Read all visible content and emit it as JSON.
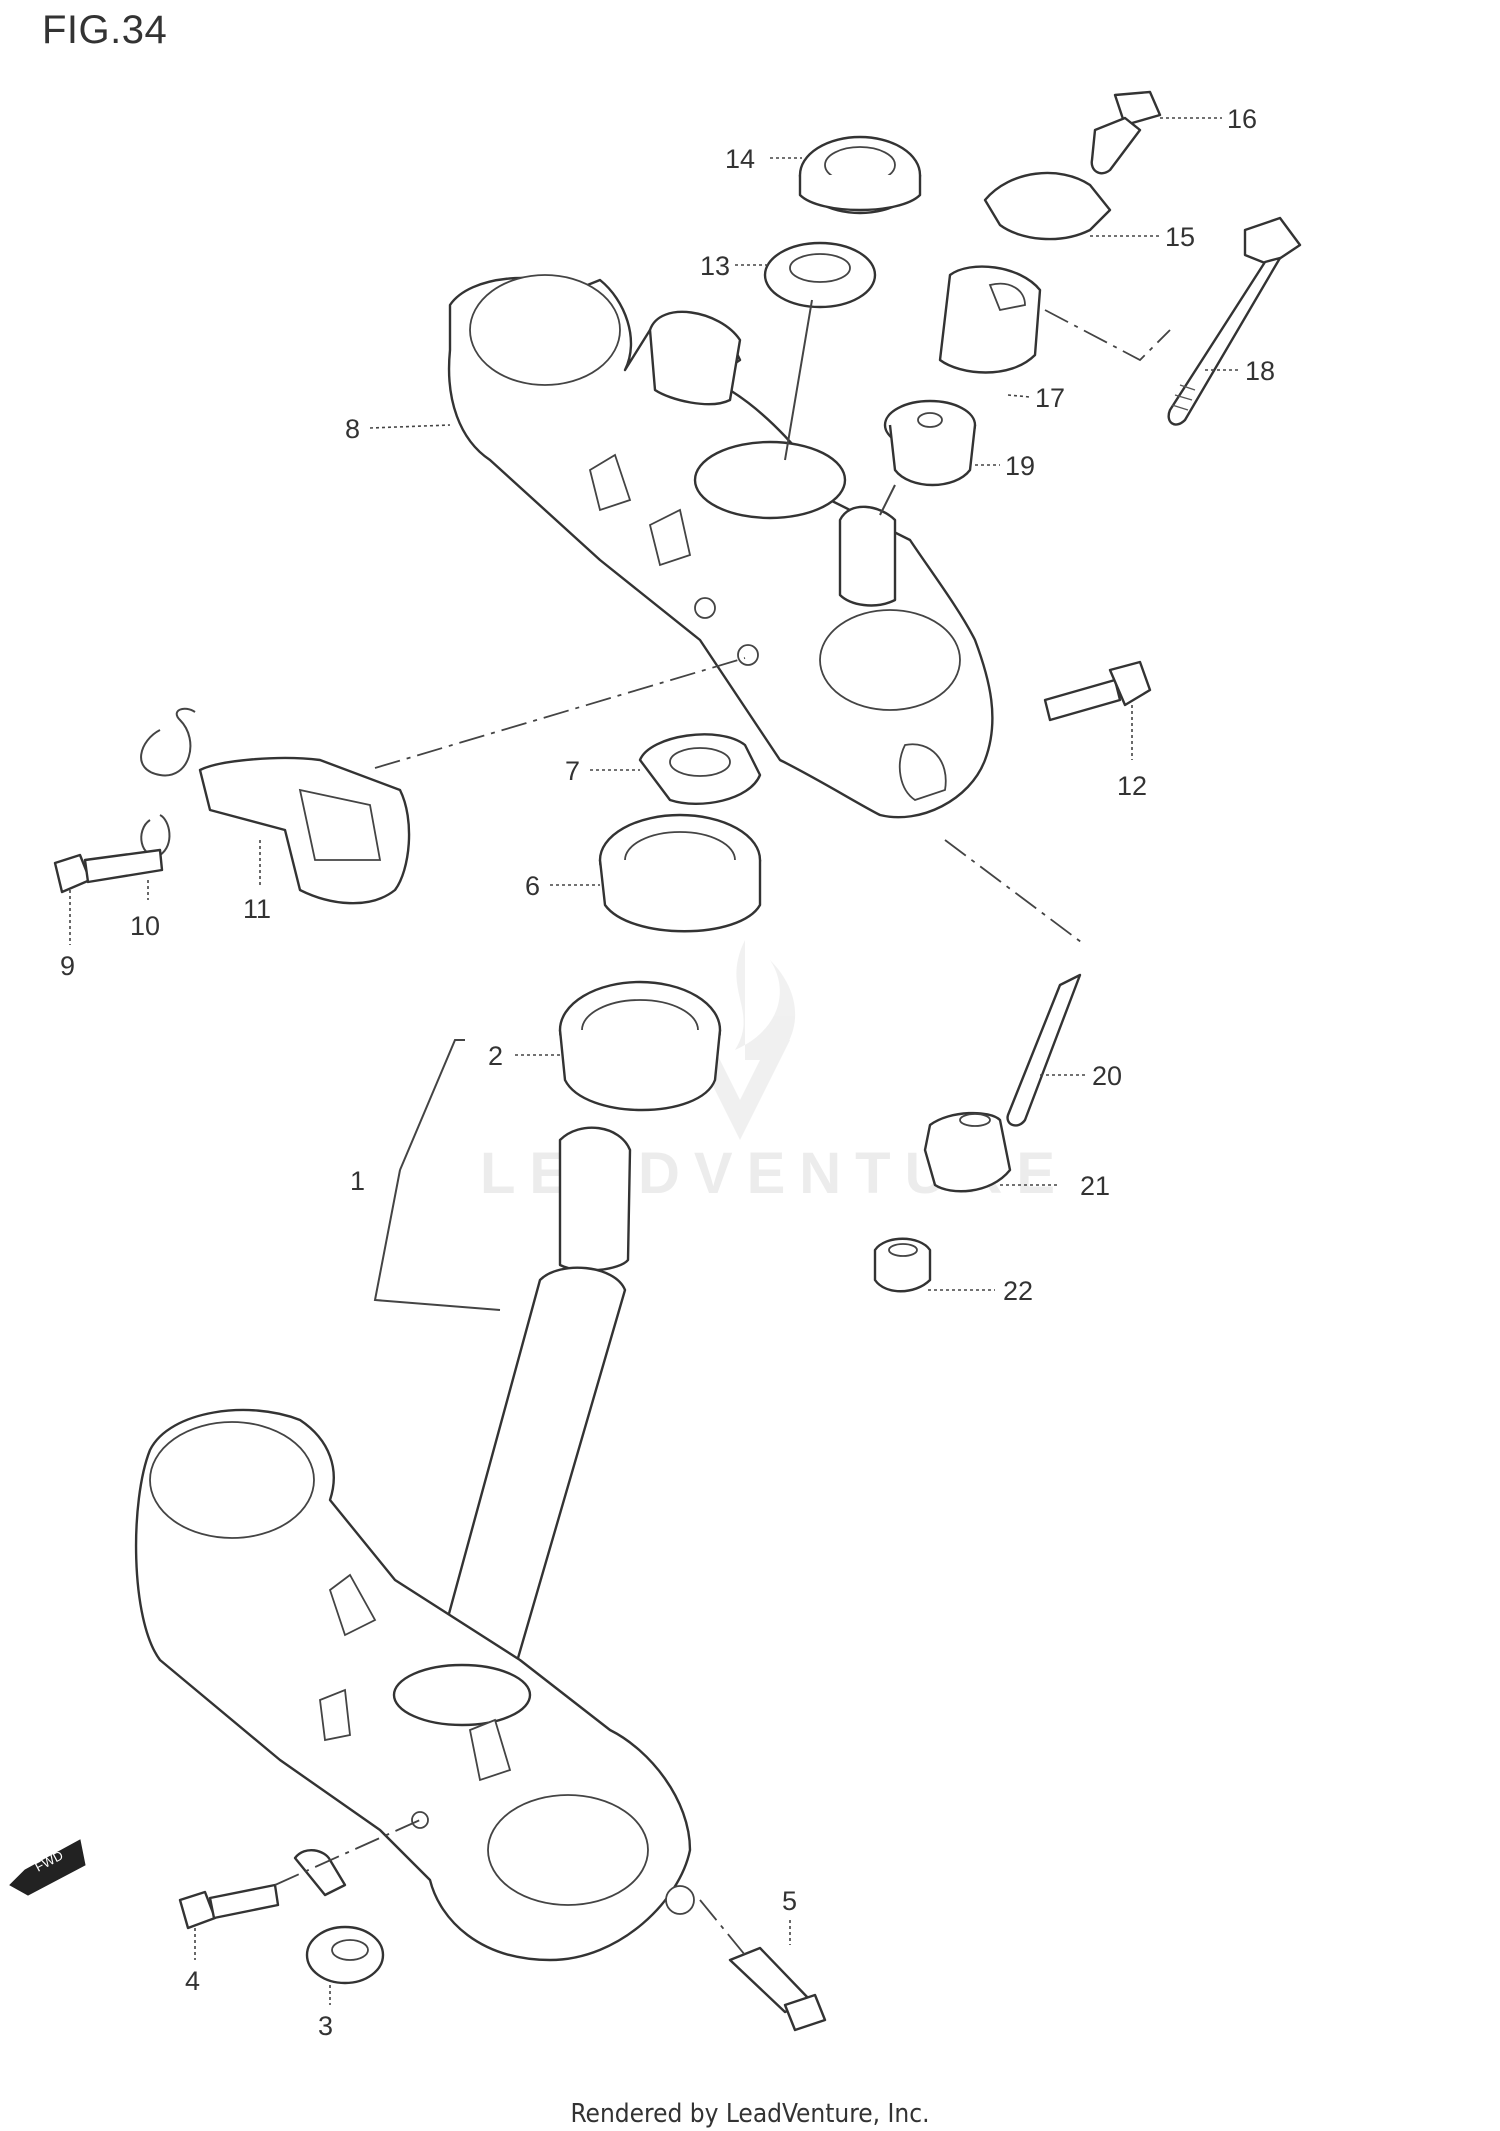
{
  "figure": {
    "title": "FIG.34"
  },
  "callouts": [
    "1",
    "2",
    "3",
    "4",
    "5",
    "6",
    "7",
    "8",
    "9",
    "10",
    "11",
    "12",
    "13",
    "14",
    "15",
    "16",
    "17",
    "18",
    "19",
    "20",
    "21",
    "22"
  ],
  "footer": {
    "text": "Rendered by LeadVenture, Inc."
  },
  "watermark": {
    "text": "LEADVENTURE"
  },
  "fwd_badge": {
    "label": "FWD"
  },
  "colors": {
    "line": "#333333",
    "background": "#ffffff",
    "watermark": "#dddddd"
  }
}
